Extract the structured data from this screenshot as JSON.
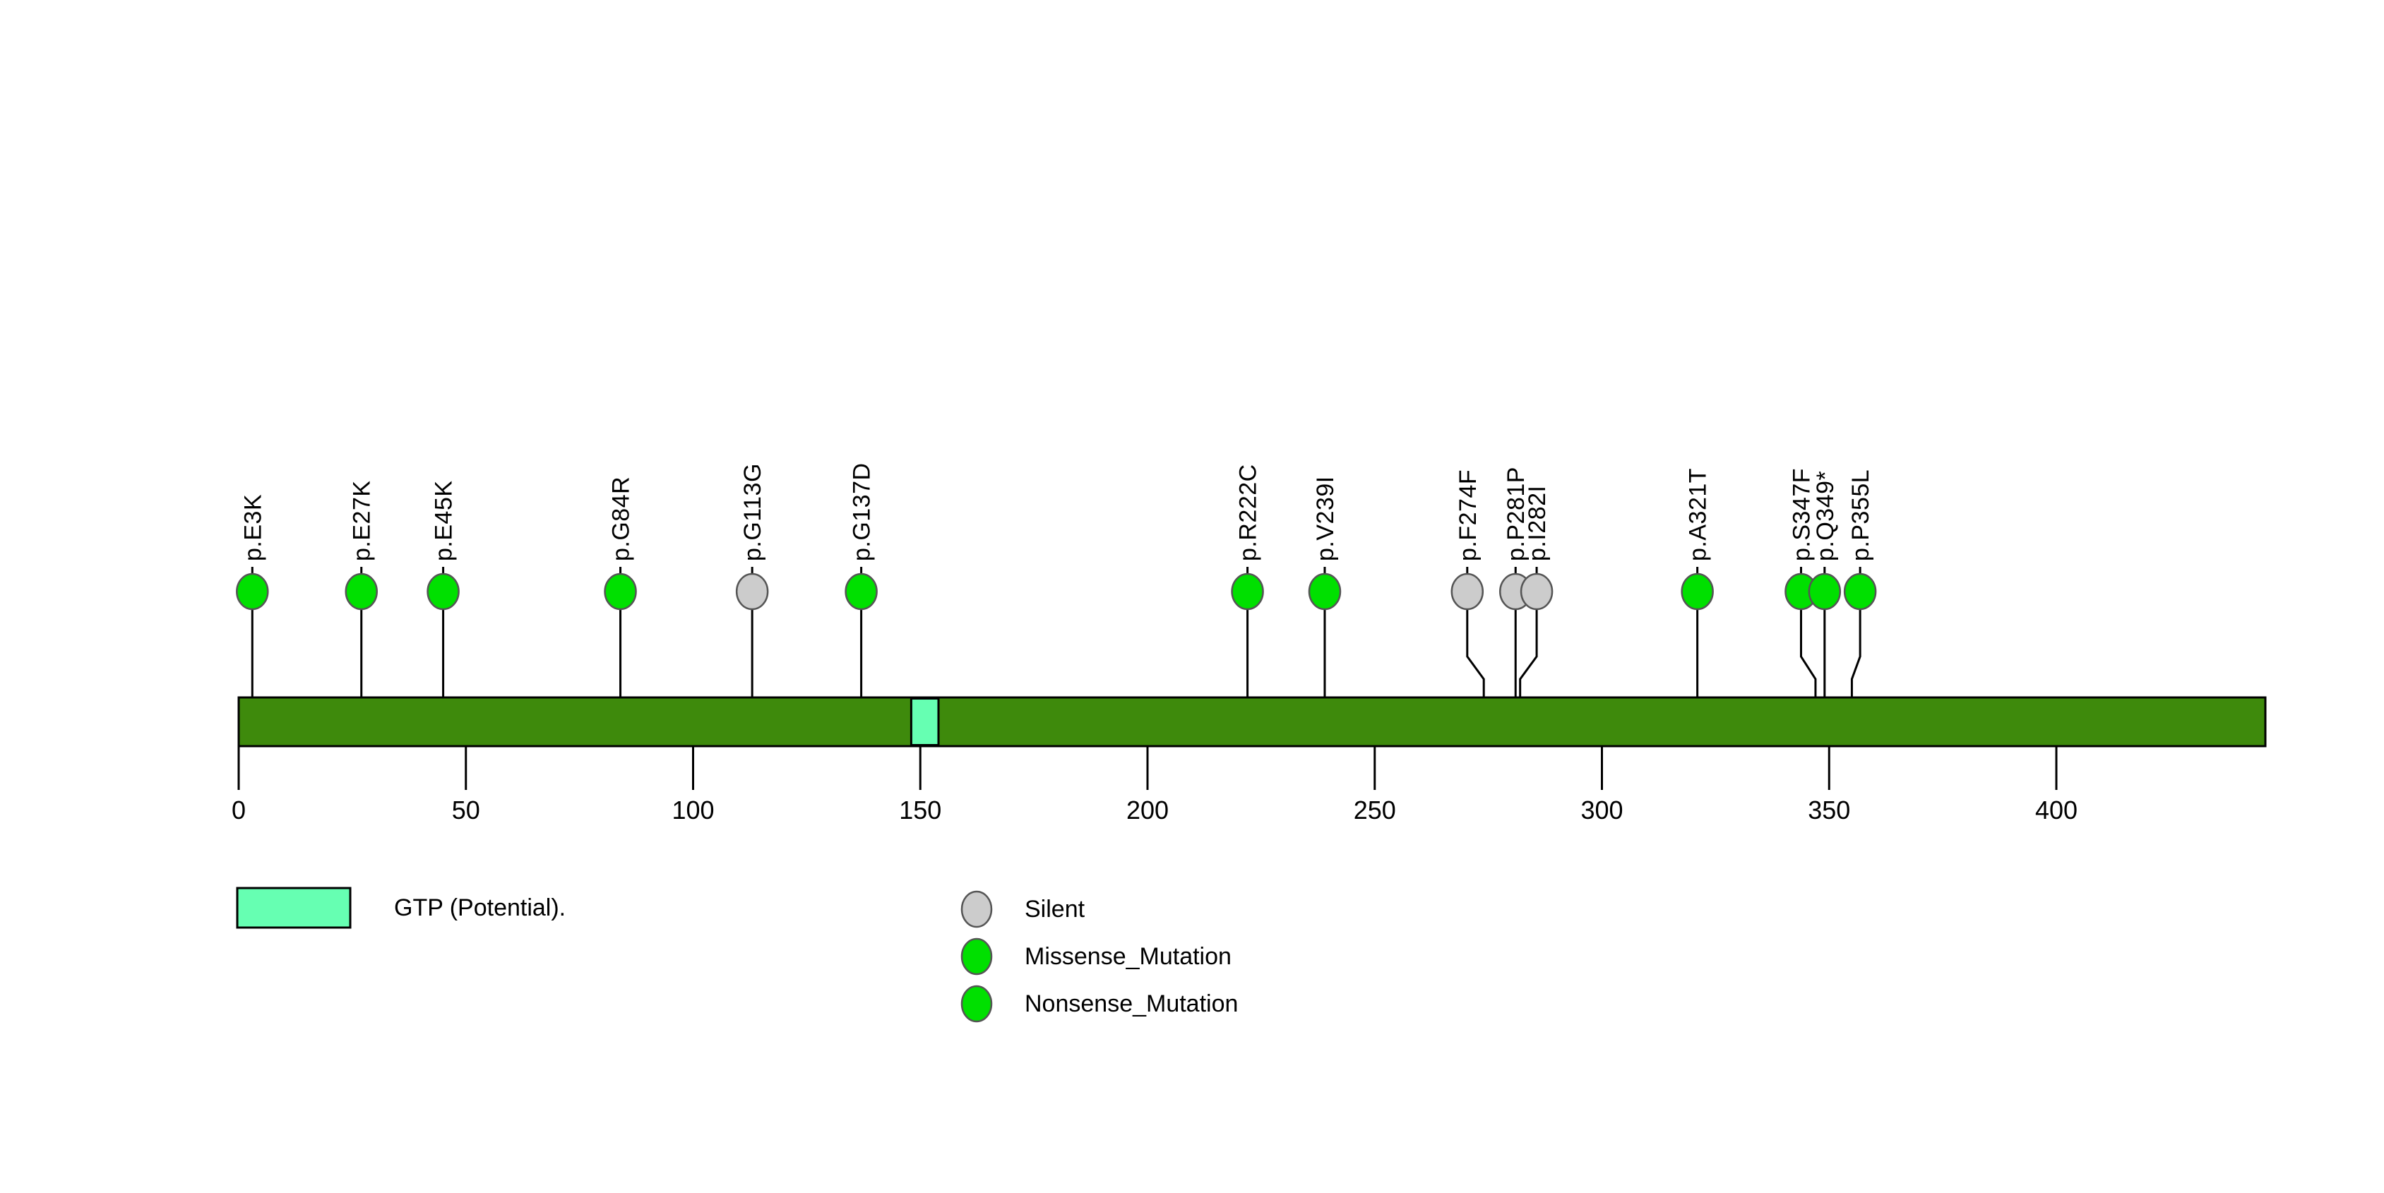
{
  "chart_data": {
    "type": "lollipop",
    "title": "",
    "xlabel": "",
    "ylabel": "",
    "xlim": [
      0,
      446
    ],
    "protein_length": 446,
    "axis_ticks": [
      {
        "value": 0,
        "label": "0"
      },
      {
        "value": 50,
        "label": "50"
      },
      {
        "value": 100,
        "label": "100"
      },
      {
        "value": 150,
        "label": "150"
      },
      {
        "value": 200,
        "label": "200"
      },
      {
        "value": 250,
        "label": "250"
      },
      {
        "value": 300,
        "label": "300"
      },
      {
        "value": 350,
        "label": "350"
      },
      {
        "value": 400,
        "label": "400"
      }
    ],
    "backbone": {
      "name": "protein-backbone",
      "start": 0,
      "end": 446,
      "color": "#3E8A0C",
      "border": "#000000"
    },
    "domains": [
      {
        "name": "GTP (Potential).",
        "start": 148,
        "end": 154,
        "color": "#66FFB2",
        "border": "#000000"
      }
    ],
    "mutations": [
      {
        "label": "p.E3K",
        "position": 3,
        "type": "Missense_Mutation",
        "color": "#00E000",
        "label_offset": 0
      },
      {
        "label": "p.E27K",
        "position": 27,
        "type": "Missense_Mutation",
        "color": "#00E000",
        "label_offset": 0
      },
      {
        "label": "p.E45K",
        "position": 45,
        "type": "Missense_Mutation",
        "color": "#00E000",
        "label_offset": 0
      },
      {
        "label": "p.G84R",
        "position": 84,
        "type": "Missense_Mutation",
        "color": "#00E000",
        "label_offset": 0
      },
      {
        "label": "p.G113G",
        "position": 113,
        "type": "Silent",
        "color": "#CCCCCC",
        "label_offset": 0
      },
      {
        "label": "p.G137D",
        "position": 137,
        "type": "Missense_Mutation",
        "color": "#00E000",
        "label_offset": 0
      },
      {
        "label": "p.R222C",
        "position": 222,
        "type": "Missense_Mutation",
        "color": "#00E000",
        "label_offset": 0
      },
      {
        "label": "p.V239I",
        "position": 239,
        "type": "Missense_Mutation",
        "color": "#00E000",
        "label_offset": 0
      },
      {
        "label": "p.F274F",
        "position": 274,
        "type": "Silent",
        "color": "#CCCCCC",
        "label_offset": -8
      },
      {
        "label": "p.P281P",
        "position": 281,
        "type": "Silent",
        "color": "#CCCCCC",
        "label_offset": 0
      },
      {
        "label": "p.I282I",
        "position": 282,
        "type": "Silent",
        "color": "#CCCCCC",
        "label_offset": 8
      },
      {
        "label": "p.A321T",
        "position": 321,
        "type": "Missense_Mutation",
        "color": "#00E000",
        "label_offset": 0
      },
      {
        "label": "p.S347F",
        "position": 347,
        "type": "Missense_Mutation",
        "color": "#00E000",
        "label_offset": -7
      },
      {
        "label": "p.Q349*",
        "position": 349,
        "type": "Nonsense_Mutation",
        "color": "#00E000",
        "label_offset": 0
      },
      {
        "label": "p.P355L",
        "position": 355,
        "type": "Missense_Mutation",
        "color": "#00E000",
        "label_offset": 4
      }
    ],
    "legend_domains": [
      {
        "label": "GTP (Potential).",
        "color": "#66FFB2"
      }
    ],
    "legend_mutations": [
      {
        "label": "Silent",
        "color": "#CCCCCC"
      },
      {
        "label": "Missense_Mutation",
        "color": "#00E000"
      },
      {
        "label": "Nonsense_Mutation",
        "color": "#00E000"
      }
    ]
  },
  "colors": {
    "backbone_green": "#3E8A0C",
    "domain_mint": "#66FFB2",
    "mutation_green": "#00E000",
    "silent_grey": "#CCCCCC",
    "outline_black": "#000000",
    "background": "#ffffff"
  }
}
